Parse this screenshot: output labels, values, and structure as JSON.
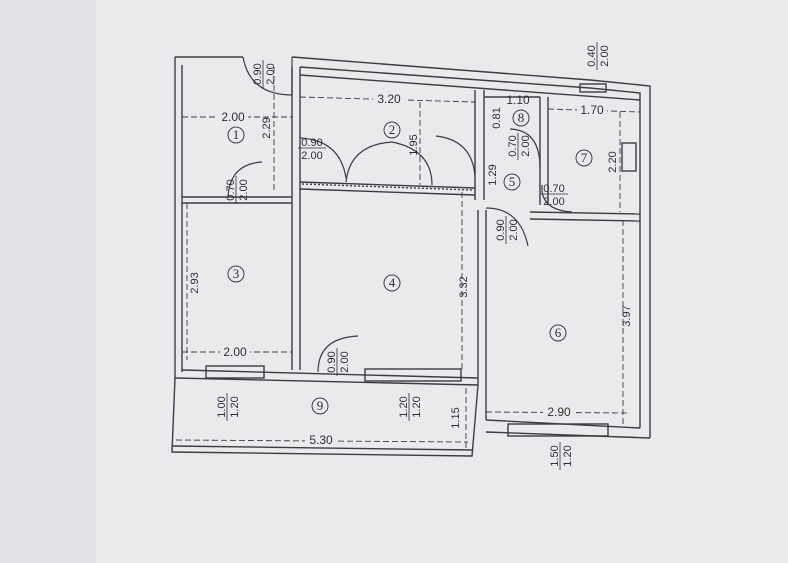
{
  "colors": {
    "paper": "#e9eaec",
    "ink": "#3a3d45",
    "shadow": "#5d6065"
  },
  "rooms": [
    {
      "num": "1"
    },
    {
      "num": "2"
    },
    {
      "num": "3"
    },
    {
      "num": "4"
    },
    {
      "num": "5"
    },
    {
      "num": "6"
    },
    {
      "num": "7"
    },
    {
      "num": "8"
    },
    {
      "num": "9"
    }
  ],
  "dims": {
    "d200_top": "2.00",
    "d229": "2.29",
    "d320": "3.20",
    "d195": "1.95",
    "d110": "1.10",
    "d081": "0.81",
    "d170": "1.70",
    "d220": "2.20",
    "d129": "1.29",
    "d293": "2.93",
    "d200_r3": "2.00",
    "d332": "3.32",
    "d397": "3.97",
    "d290": "2.90",
    "d530": "5.30",
    "d115": "1.15"
  },
  "doors": {
    "entry_top": {
      "w": "0.90",
      "h": "2.00"
    },
    "door_1_2": {
      "w": "0.90",
      "h": "2.00"
    },
    "door_1_3": {
      "w": "0.70",
      "h": "2.00"
    },
    "door_8": {
      "w": "0.70",
      "h": "2.00"
    },
    "door_7": {
      "w": "0.70",
      "h": "2.00"
    },
    "door_5_4": {
      "w": "0.90",
      "h": "2.00"
    },
    "door_balcony": {
      "w": "0.90",
      "h": "2.00"
    }
  },
  "windows": {
    "top_right": {
      "w": "0.40",
      "h": "2.00"
    },
    "w3": {
      "w": "1.00",
      "h": "1.20"
    },
    "w4": {
      "w": "1.20",
      "h": "1.20"
    },
    "w6": {
      "w": "1.50",
      "h": "1.20"
    }
  }
}
